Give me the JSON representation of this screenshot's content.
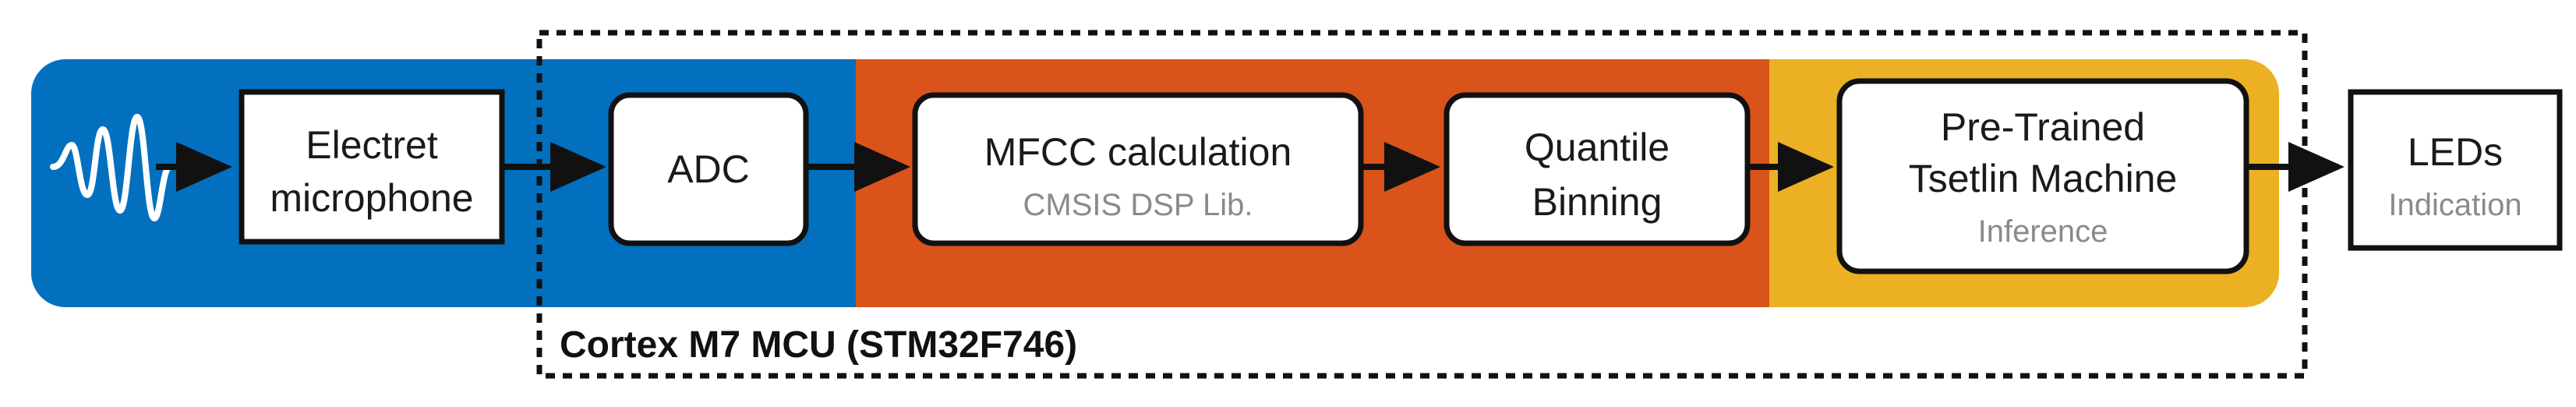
{
  "colors": {
    "blue": "#0270bf",
    "orange": "#d9531b",
    "yellow": "#ebb024",
    "box_fill": "#ffffff",
    "box_stroke": "#111111",
    "sub_text": "#8a8a8a"
  },
  "icons": {
    "input": "sine-wave-icon"
  },
  "blocks": {
    "microphone": {
      "line1": "Electret",
      "line2": "microphone"
    },
    "adc": {
      "title": "ADC"
    },
    "mfcc": {
      "title": "MFCC calculation",
      "sub": "CMSIS DSP Lib."
    },
    "quantile": {
      "line1": "Quantile",
      "line2": "Binning"
    },
    "tsetlin": {
      "line1": "Pre-Trained",
      "line2": "Tsetlin Machine",
      "sub": "Inference"
    },
    "leds": {
      "title": "LEDs",
      "sub": "Indication"
    }
  },
  "mcu": {
    "label": "Cortex M7 MCU (STM32F746)"
  }
}
